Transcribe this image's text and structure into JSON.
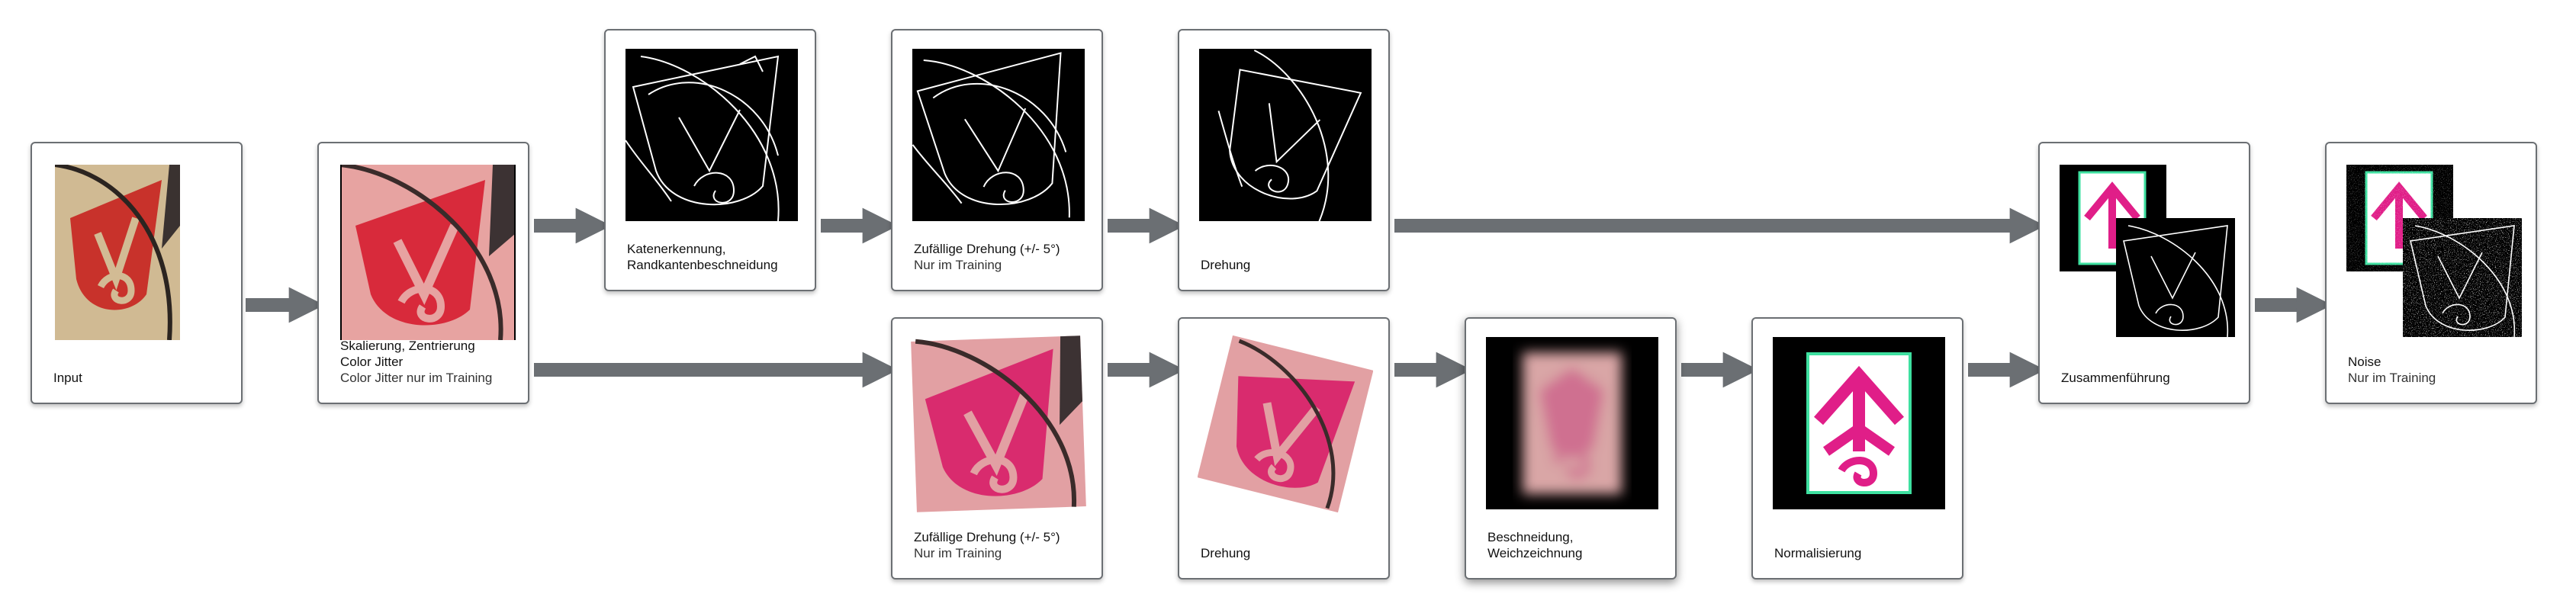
{
  "colors": {
    "arrow": "#6b6f73",
    "card_border": "#6b6f73",
    "parchment": "#cbb48a",
    "ink_red": "#c8322b",
    "pink": "#e0308f",
    "magenta": "#e01e88",
    "edge_bg": "#000000",
    "edge_line": "#ffffff",
    "norm_fill": "#ffffff",
    "norm_glow": "#3ee0a0"
  },
  "steps": {
    "input": {
      "title": "Input",
      "note": "",
      "icon": "parchment-crest-image"
    },
    "scale": {
      "title": "Skalierung, Zentrierung",
      "title2": "Color Jitter",
      "note": "Color Jitter nur im Training",
      "icon": "pink-crest-image"
    },
    "edge": {
      "title": "Katenerkennung,",
      "title2": "Randkantenbeschneidung",
      "icon": "edge-map-image"
    },
    "rot_edge_random": {
      "title": "Zufällige Drehung (+/- 5°)",
      "note": "Nur im Training",
      "icon": "edge-map-image"
    },
    "rot_edge": {
      "title": "Drehung",
      "icon": "rotated-edge-map-image"
    },
    "rot_color_random": {
      "title": "Zufällige Drehung (+/- 5°)",
      "note": "Nur im Training",
      "icon": "pink-crest-image"
    },
    "rot_color": {
      "title": "Drehung",
      "icon": "rotated-crest-image"
    },
    "crop_blur": {
      "title": "Beschneidung,",
      "title2": "Weichzeichnung",
      "icon": "blurred-crest-image"
    },
    "normalize": {
      "title": "Normalisierung",
      "icon": "normalized-crest-image"
    },
    "merge": {
      "title": "Zusammenführung",
      "icon": "merged-images"
    },
    "noise": {
      "title": "Noise",
      "note": "Nur im Training",
      "icon": "noisy-merged-images"
    }
  }
}
